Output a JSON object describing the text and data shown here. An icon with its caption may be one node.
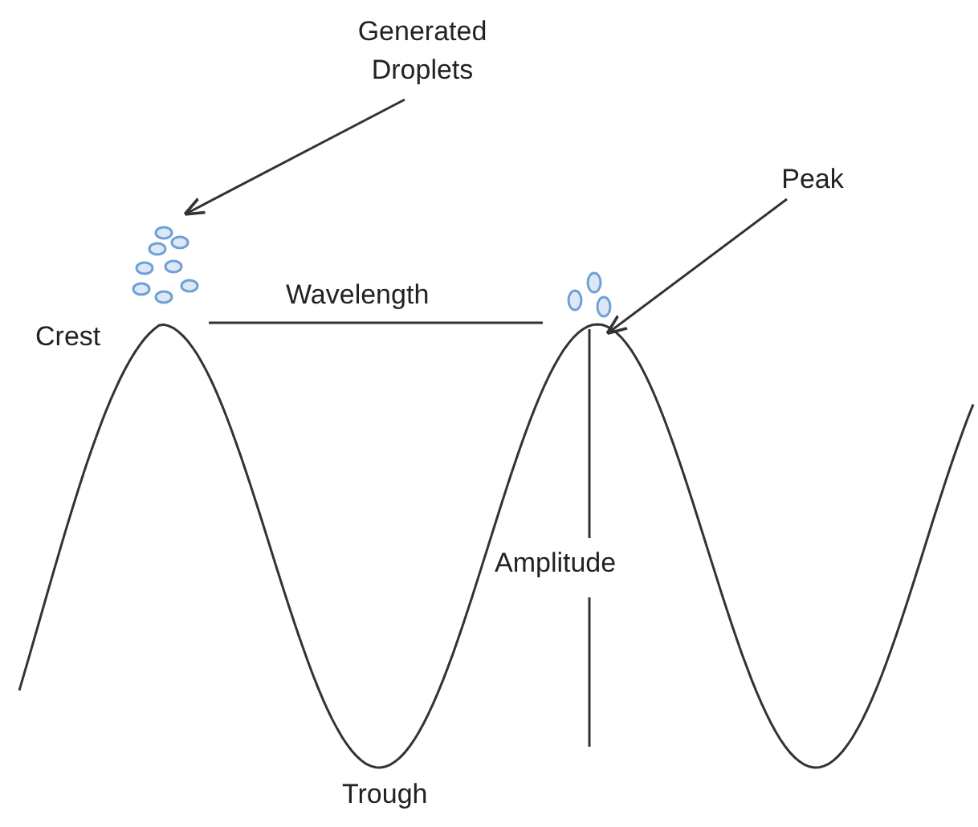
{
  "diagram": {
    "nodes": [
      {
        "text": [
          "Generated Droplets"
        ]
      },
      {
        "text": [],
        "shape": "picture"
      },
      {
        "text": [
          "Peak"
        ]
      }
    ],
    "edges": [
      {
        "from": 0,
        "to": 1,
        "arrow": "to"
      },
      {
        "from": 2,
        "to": null,
        "arrow": "to"
      }
    ],
    "labels": [
      "Crest",
      "Wavelength",
      "Amplitude",
      "Trough"
    ]
  }
}
